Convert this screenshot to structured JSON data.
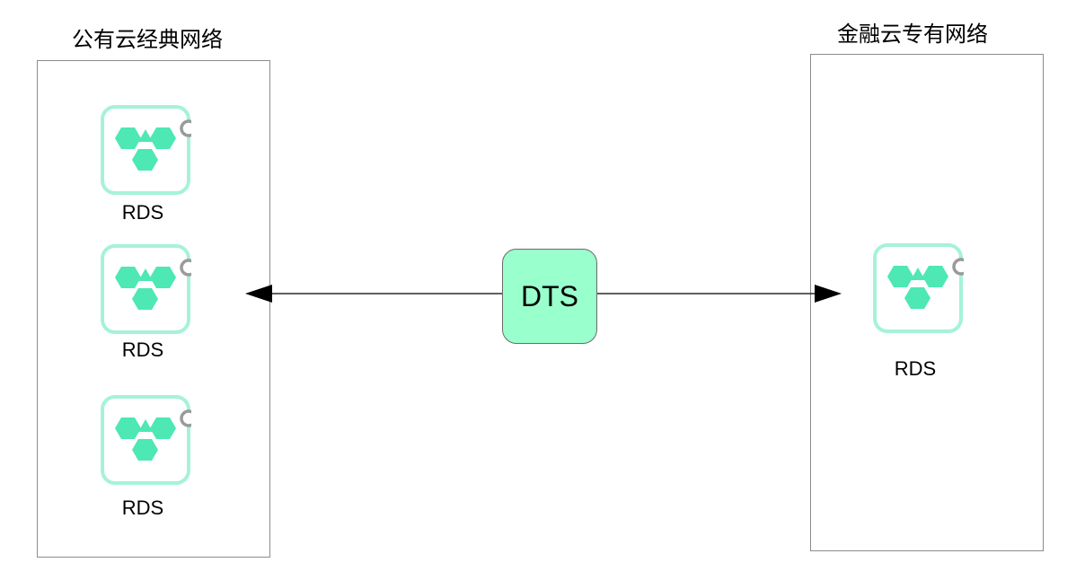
{
  "groups": {
    "left": {
      "title": "公有云经典网络"
    },
    "right": {
      "title": "金融云专有网络"
    }
  },
  "nodes": {
    "left": [
      {
        "label": "RDS"
      },
      {
        "label": "RDS"
      },
      {
        "label": "RDS"
      }
    ],
    "right": [
      {
        "label": "RDS"
      }
    ],
    "center": {
      "label": "DTS"
    }
  },
  "colors": {
    "dts_fill": "#99ffcc",
    "rds_icon_accent": "#4de8b4",
    "border": "#8c8c8c"
  },
  "icons": {
    "rds": "rds-database-icon"
  }
}
